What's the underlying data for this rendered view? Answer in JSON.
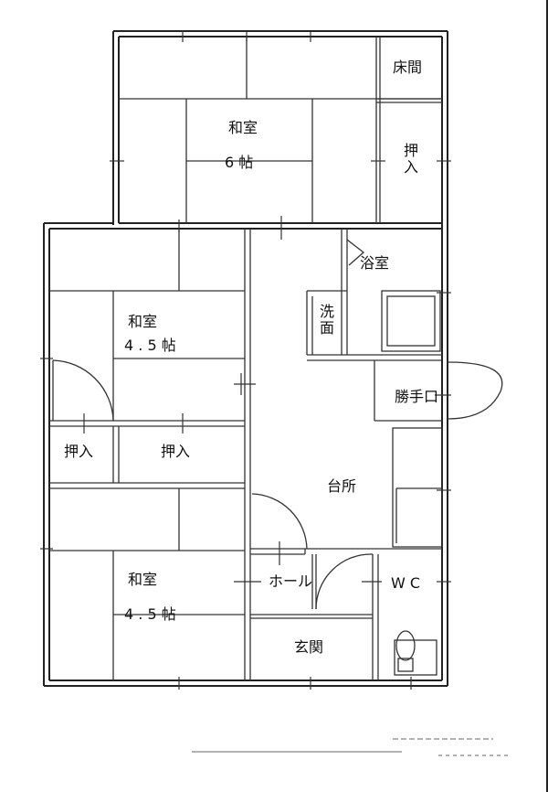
{
  "rooms": {
    "washitsu_6": {
      "name": "和室",
      "size": "6 帖"
    },
    "tokonoma": "床間",
    "oshiire_top": "押入",
    "washitsu_45_a": {
      "name": "和室",
      "size": "4 . 5 帖"
    },
    "washitsu_45_b": {
      "name": "和室",
      "size": "4 . 5 帖"
    },
    "oshiire_left": "押入",
    "oshiire_mid": "押入",
    "yokushitsu": "浴室",
    "senmen": "洗面",
    "katteguchi": "勝手口",
    "daidokoro": "台所",
    "hall": "ホール",
    "wc": "W C",
    "genkan": "玄関"
  }
}
